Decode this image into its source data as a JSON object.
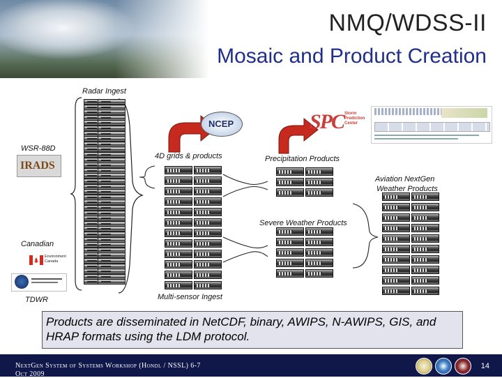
{
  "title": "NMQ/WDSS-II",
  "subtitle": "Mosaic and Product Creation",
  "labels": {
    "radar_ingest": "Radar Ingest",
    "wsr88d": "WSR-88D",
    "irads": "IRADS",
    "canadian": "Canadian",
    "tdwr": "TDWR",
    "grids": "4D grids & products",
    "precip": "Precipitation Products",
    "aviation_line1": "Aviation NextGen",
    "aviation_line2": "Weather Products",
    "severe": "Severe Weather Products",
    "multisensor": "Multi-sensor Ingest",
    "ncep": "NCEP",
    "spc_line1": "Storm",
    "spc_line2": "Prediction",
    "spc_line3": "Center",
    "env_canada_line1": "Environment",
    "env_canada_line2": "Canada"
  },
  "note": "Products are disseminated in NetCDF, binary, AWIPS, N-AWIPS, GIS, and HRAP formats using the LDM protocol.",
  "footer": {
    "line1": "NextGen System of Systems Workshop (Hondl / NSSL) 6-7",
    "line2": "Oct 2009",
    "page": "14"
  },
  "colors": {
    "title_blue": "#1f2f8a",
    "arrow_red": "#c62a1e",
    "footer_navy": "#10184a",
    "note_bg": "#e2e3ec"
  }
}
